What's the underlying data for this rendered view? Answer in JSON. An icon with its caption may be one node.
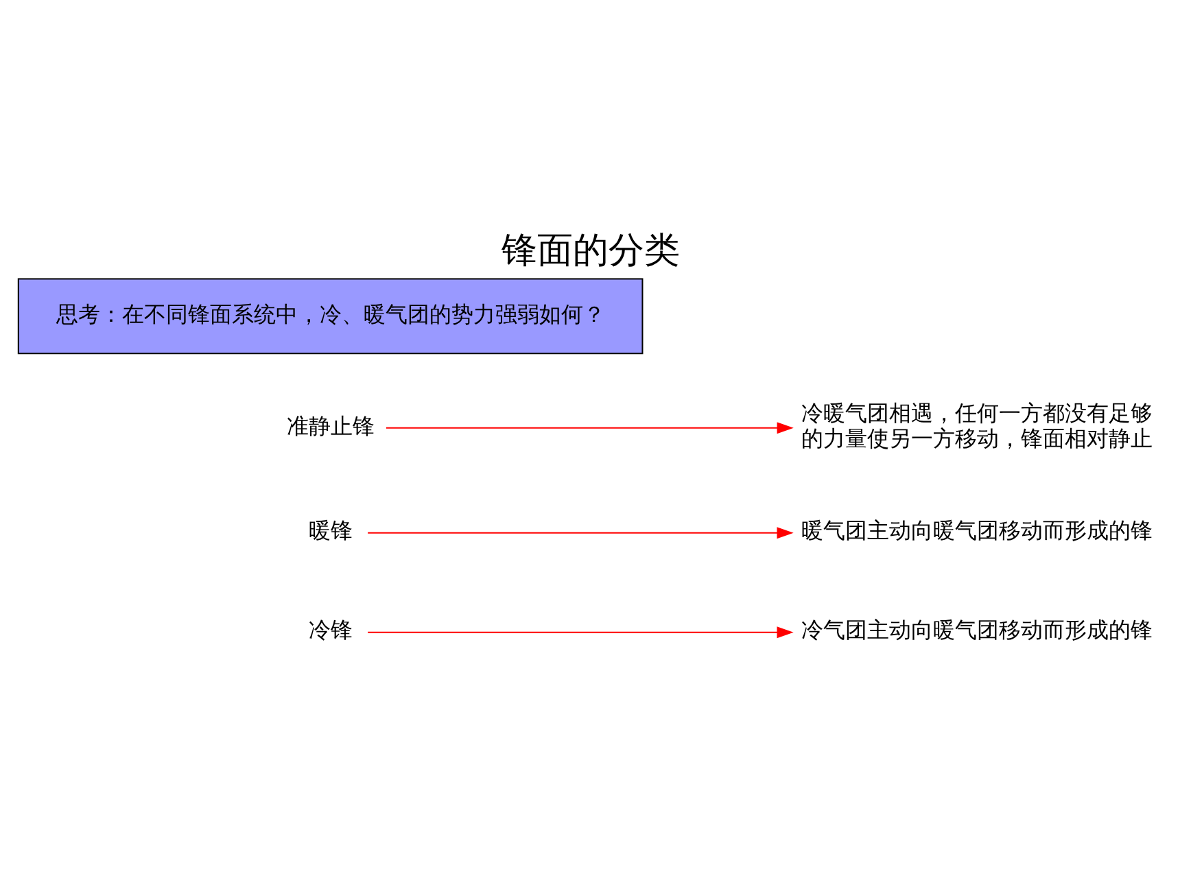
{
  "diagram": {
    "title": "锋面的分类",
    "nodes": [
      {
        "text": [
          "冷锋"
        ]
      },
      {
        "text": [
          "暖锋"
        ]
      },
      {
        "text": [
          "准静止锋"
        ]
      },
      {
        "text": [
          "冷暖气团相遇，任何一方都没有足够的力量使另一方移动，锋面相对静止"
        ]
      },
      {
        "text": [
          "冷气团主动向暖气团移动而形成的锋"
        ]
      },
      {
        "text": [
          "暖气团主动向暖气团移动而形成的锋"
        ]
      },
      {
        "text": [
          "思考：在不同锋面系统中，冷、暖气团的势力强弱如何？"
        ]
      }
    ],
    "edges": [
      {
        "from": 0,
        "to": 4,
        "arrow": "to",
        "color": "#ff0000"
      },
      {
        "from": 1,
        "to": 5,
        "arrow": "to",
        "color": "#ff0000"
      },
      {
        "from": 2,
        "to": 3,
        "arrow": "to",
        "color": "#ff0000"
      }
    ]
  }
}
